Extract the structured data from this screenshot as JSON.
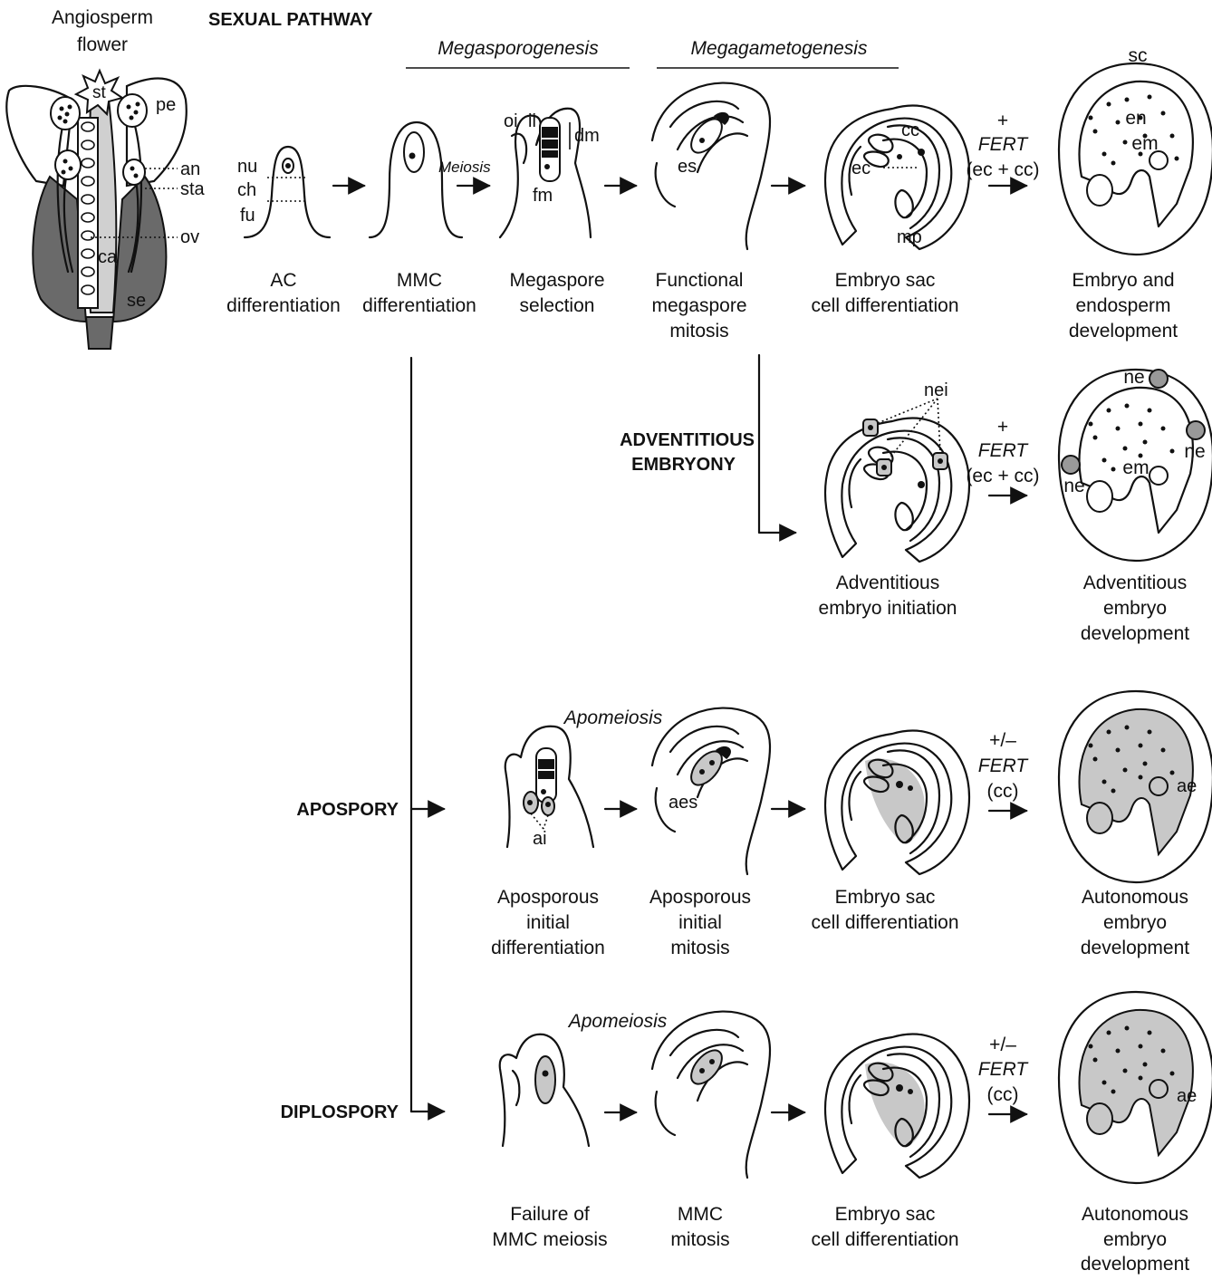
{
  "pathways": {
    "sexual": "SEXUAL PATHWAY",
    "adventitious_1": "ADVENTITIOUS",
    "adventitious_2": "EMBRYONY",
    "apospory": "APOSPORY",
    "diplospory": "DIPLOSPORY"
  },
  "phases": {
    "megasporogenesis": "Megasporogenesis",
    "megagametogenesis": "Megagametogenesis",
    "apomeiosis": "Apomeiosis",
    "meiosis": "Meiosis"
  },
  "flower": {
    "title_1": "Angiosperm",
    "title_2": "flower",
    "labels": {
      "st": "st",
      "pe": "pe",
      "an": "an",
      "sta": "sta",
      "ov": "ov",
      "ca": "ca",
      "se": "se"
    }
  },
  "ovule_labels": {
    "nu": "nu",
    "ch": "ch",
    "fu": "fu",
    "oi": "oi",
    "ii": "ii",
    "dm": "dm",
    "fm": "fm",
    "es": "es",
    "cc": "cc",
    "ec": "ec",
    "mp": "mp",
    "sc": "sc",
    "en": "en",
    "em": "em",
    "nei": "nei",
    "ne": "ne",
    "ai": "ai",
    "aes": "aes",
    "ae": "ae"
  },
  "fert": {
    "plus": "+",
    "plusminus": "+/–",
    "word": "FERT",
    "ec_cc": "(ec + cc)",
    "cc": "(cc)"
  },
  "captions": {
    "sexual": [
      [
        "AC",
        "differentiation"
      ],
      [
        "MMC",
        "differentiation"
      ],
      [
        "Megaspore",
        "selection"
      ],
      [
        "Functional",
        "megaspore",
        "mitosis"
      ],
      [
        "Embryo sac",
        "cell differentiation"
      ],
      [
        "Embryo and",
        "endosperm",
        "development"
      ]
    ],
    "adventitious": [
      [
        "Adventitious",
        "embryo initiation"
      ],
      [
        "Adventitious",
        "embryo",
        "development"
      ]
    ],
    "apospory": [
      [
        "Aposporous",
        "initial",
        "differentiation"
      ],
      [
        "Aposporous",
        "initial",
        "mitosis"
      ],
      [
        "Embryo sac",
        "cell differentiation"
      ],
      [
        "Autonomous",
        "embryo",
        "development"
      ]
    ],
    "diplospory": [
      [
        "Failure of",
        "MMC meiosis"
      ],
      [
        "MMC",
        "mitosis"
      ],
      [
        "Embryo sac",
        "cell differentiation"
      ],
      [
        "Autonomous",
        "embryo",
        "development"
      ]
    ]
  }
}
